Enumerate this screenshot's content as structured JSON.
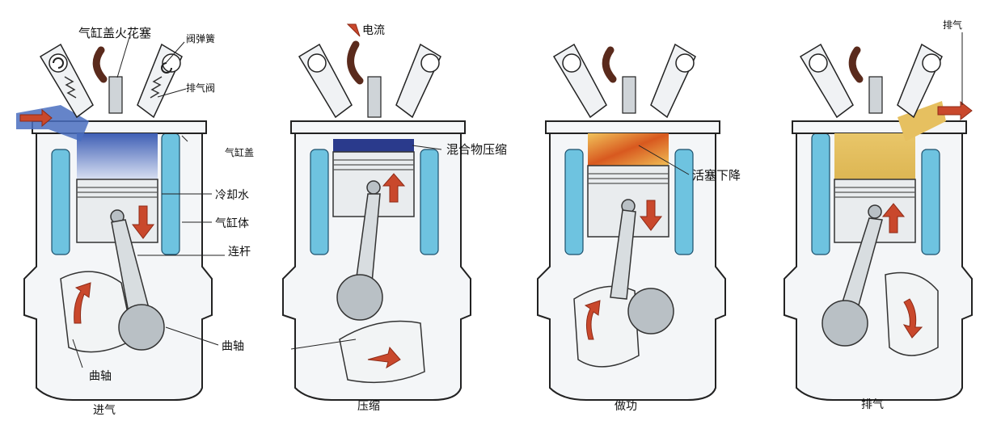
{
  "labels": {
    "spark_plug": "气缸盖火花塞",
    "valve_spring": "阀弹簧",
    "exhaust_valve": "排气阀",
    "cylinder_head": "气缸盖",
    "coolant": "冷却水",
    "cylinder_block": "气缸体",
    "connecting_rod": "连杆",
    "crankshaft_right": "曲轴",
    "crankshaft_left": "曲轴",
    "current": "电流",
    "mixture_compress": "混合物压缩",
    "piston_down": "活塞下降",
    "exhaust_top": "排气"
  },
  "strokes": [
    {
      "caption": "进气",
      "charge_color": "#4a6fc0"
    },
    {
      "caption": "压缩",
      "charge_color": "#2a3a8c"
    },
    {
      "caption": "做功",
      "charge_color": "#e0a030"
    },
    {
      "caption": "排气",
      "charge_color": "#e6c060"
    }
  ],
  "colors": {
    "coolant": "#6ec3e0",
    "arrow": "#c9482c",
    "cable": "#5a2a1c"
  }
}
